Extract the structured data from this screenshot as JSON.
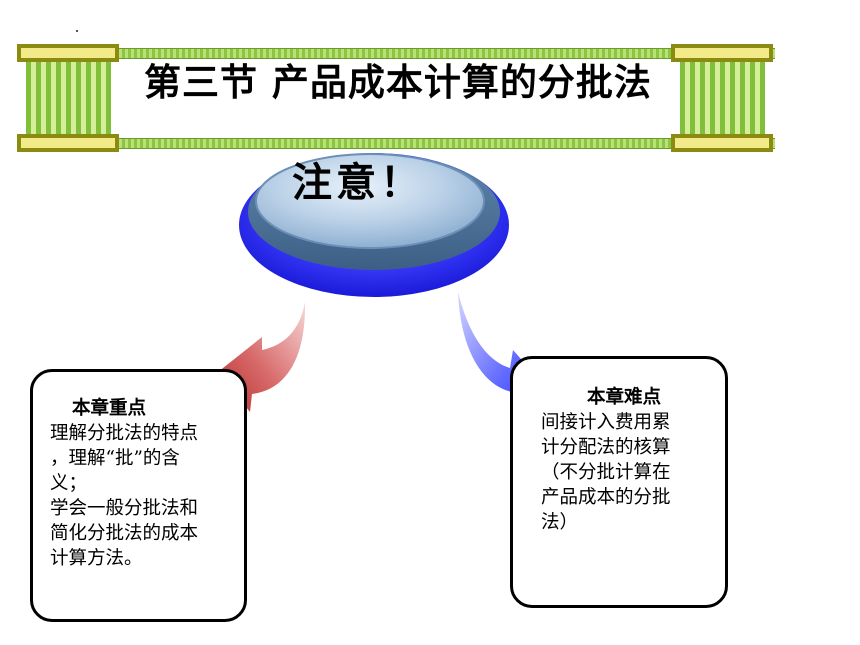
{
  "title": "第三节 产品成本计算的分批法",
  "notice": "注意！",
  "key_points": {
    "heading": "本章重点",
    "lines": [
      "理解分批法的特点",
      "，理解“批”的含",
      "义；",
      "学会一般分批法和",
      "简化分批法的成本",
      "计算方法。"
    ]
  },
  "difficulties": {
    "heading": "本章难点",
    "lines": [
      "间接计入费用累",
      "计分配法的核算",
      "（不分批计算在",
      "产品成本的分批",
      "法）"
    ]
  },
  "colors": {
    "banner_green": "#8cc63f",
    "cap_yellow": "#f3eb8a",
    "ellipse_blue": "#3333ff",
    "arrow_red": "#c0392b",
    "arrow_blue": "#3344ff"
  }
}
